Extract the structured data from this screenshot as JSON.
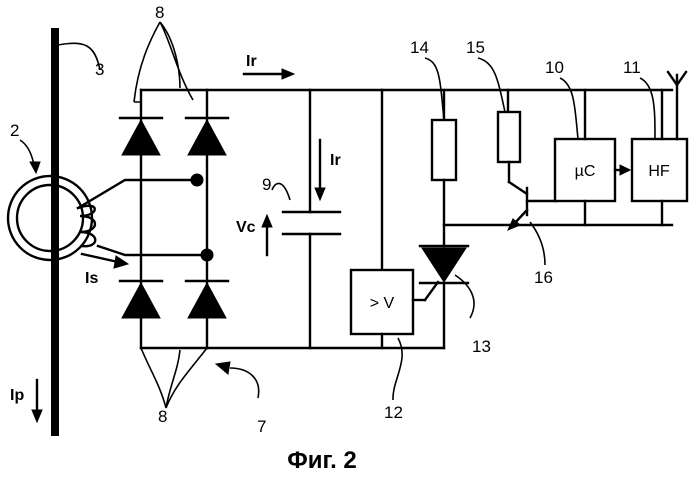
{
  "figure": {
    "caption": "Фиг. 2"
  },
  "ref_numbers": {
    "n2": "2",
    "n3": "3",
    "n7": "7",
    "n8_top": "8",
    "n8_bottom": "8",
    "n9": "9",
    "n10": "10",
    "n11": "11",
    "n12": "12",
    "n13": "13",
    "n14": "14",
    "n15": "15",
    "n16": "16"
  },
  "currents": {
    "ir_top": "Ir",
    "ir_cap": "Ir",
    "vc": "Vc",
    "is": "Is",
    "ip": "Ip"
  },
  "blocks": {
    "microcontroller": "µC",
    "hf": "HF",
    "comparator": "> V"
  }
}
